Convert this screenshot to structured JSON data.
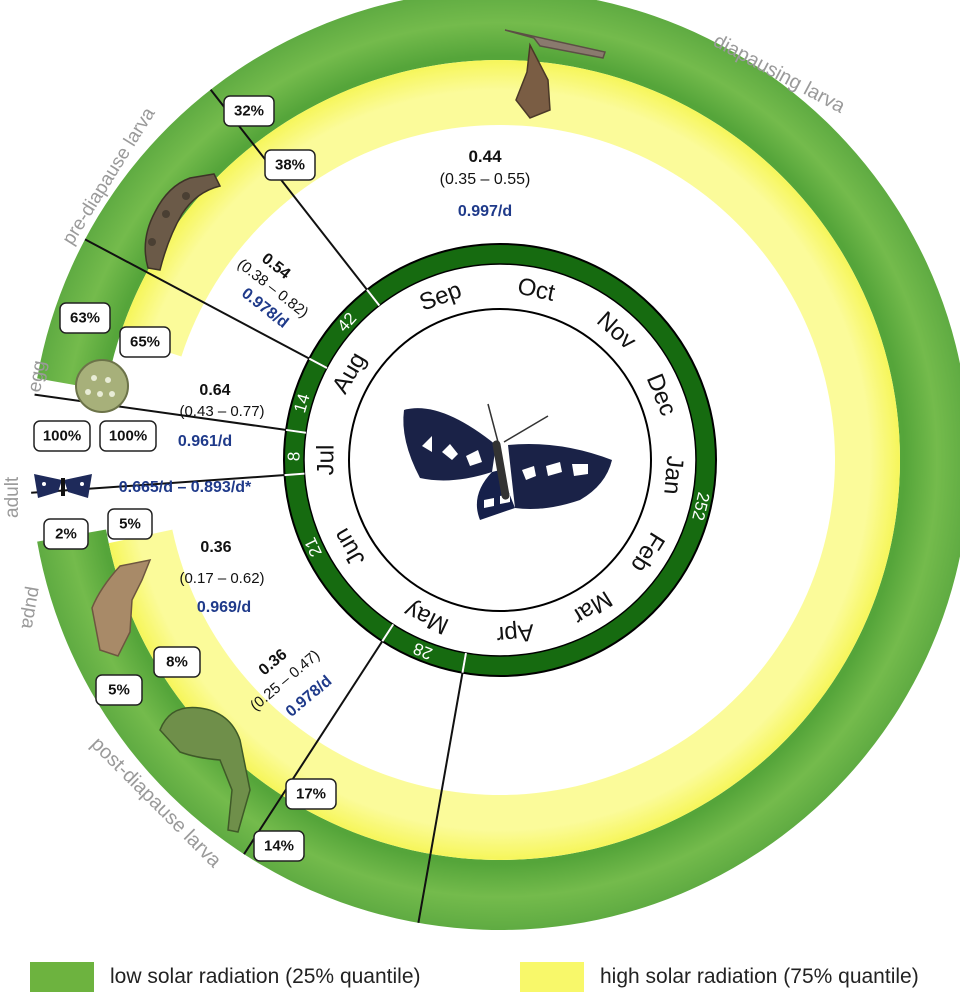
{
  "colors": {
    "low_radiation_green": "#6db33f",
    "high_radiation_yellow": "#f8f86a",
    "month_ring_dark_green": "#166b10",
    "rate_blue": "#1f3a8a"
  },
  "month_labels": [
    "Jan",
    "Feb",
    "Mar",
    "Apr",
    "May",
    "Jun",
    "Jul",
    "Aug",
    "Sep",
    "Oct",
    "Nov",
    "Dec"
  ],
  "stage_durations": [
    {
      "stage": "adult",
      "days": "8"
    },
    {
      "stage": "egg",
      "days": "14"
    },
    {
      "stage": "pre-diapause larva",
      "days": "42"
    },
    {
      "stage": "diapausing larva",
      "days": "252"
    },
    {
      "stage": "post-diapause larva",
      "days": "28"
    },
    {
      "stage": "pupa",
      "days": "21"
    }
  ],
  "stage_labels": {
    "diapausing": "diapausing larva",
    "prediapause": "pre-diapause larva",
    "egg": "egg",
    "adult": "adult",
    "pupa": "pupa",
    "postdiapause": "post-diapause larva"
  },
  "survival_boxes": {
    "diap_low": "32%",
    "diap_high": "38%",
    "egg_low": "63%",
    "egg_high": "65%",
    "adult_low": "100%",
    "adult_high": "100%",
    "pupa_low": "2%",
    "pupa_high": "5%",
    "post_low": "5%",
    "post_high": "8%",
    "emerge_low": "14%",
    "emerge_high": "17%"
  },
  "stage_stats": {
    "diapausing": {
      "mean": "0.44",
      "ci": "(0.35 – 0.55)",
      "rate": "0.997/d"
    },
    "prediapause": {
      "mean": "0.54",
      "ci": "(0.38 – 0.82)",
      "rate": "0.978/d"
    },
    "egg": {
      "mean": "0.64",
      "ci": "(0.43 – 0.77)",
      "rate": "0.961/d"
    },
    "adult": {
      "rate": "0.665/d – 0.893/d*"
    },
    "pupa": {
      "mean": "0.36",
      "ci": "(0.17 – 0.62)",
      "rate": "0.969/d"
    },
    "postdiapause": {
      "mean": "0.36",
      "ci": "(0.25 – 0.47)",
      "rate": "0.978/d"
    }
  },
  "legend": {
    "low": "low solar radiation (25% quantile)",
    "high": "high solar radiation (75% quantile)"
  }
}
